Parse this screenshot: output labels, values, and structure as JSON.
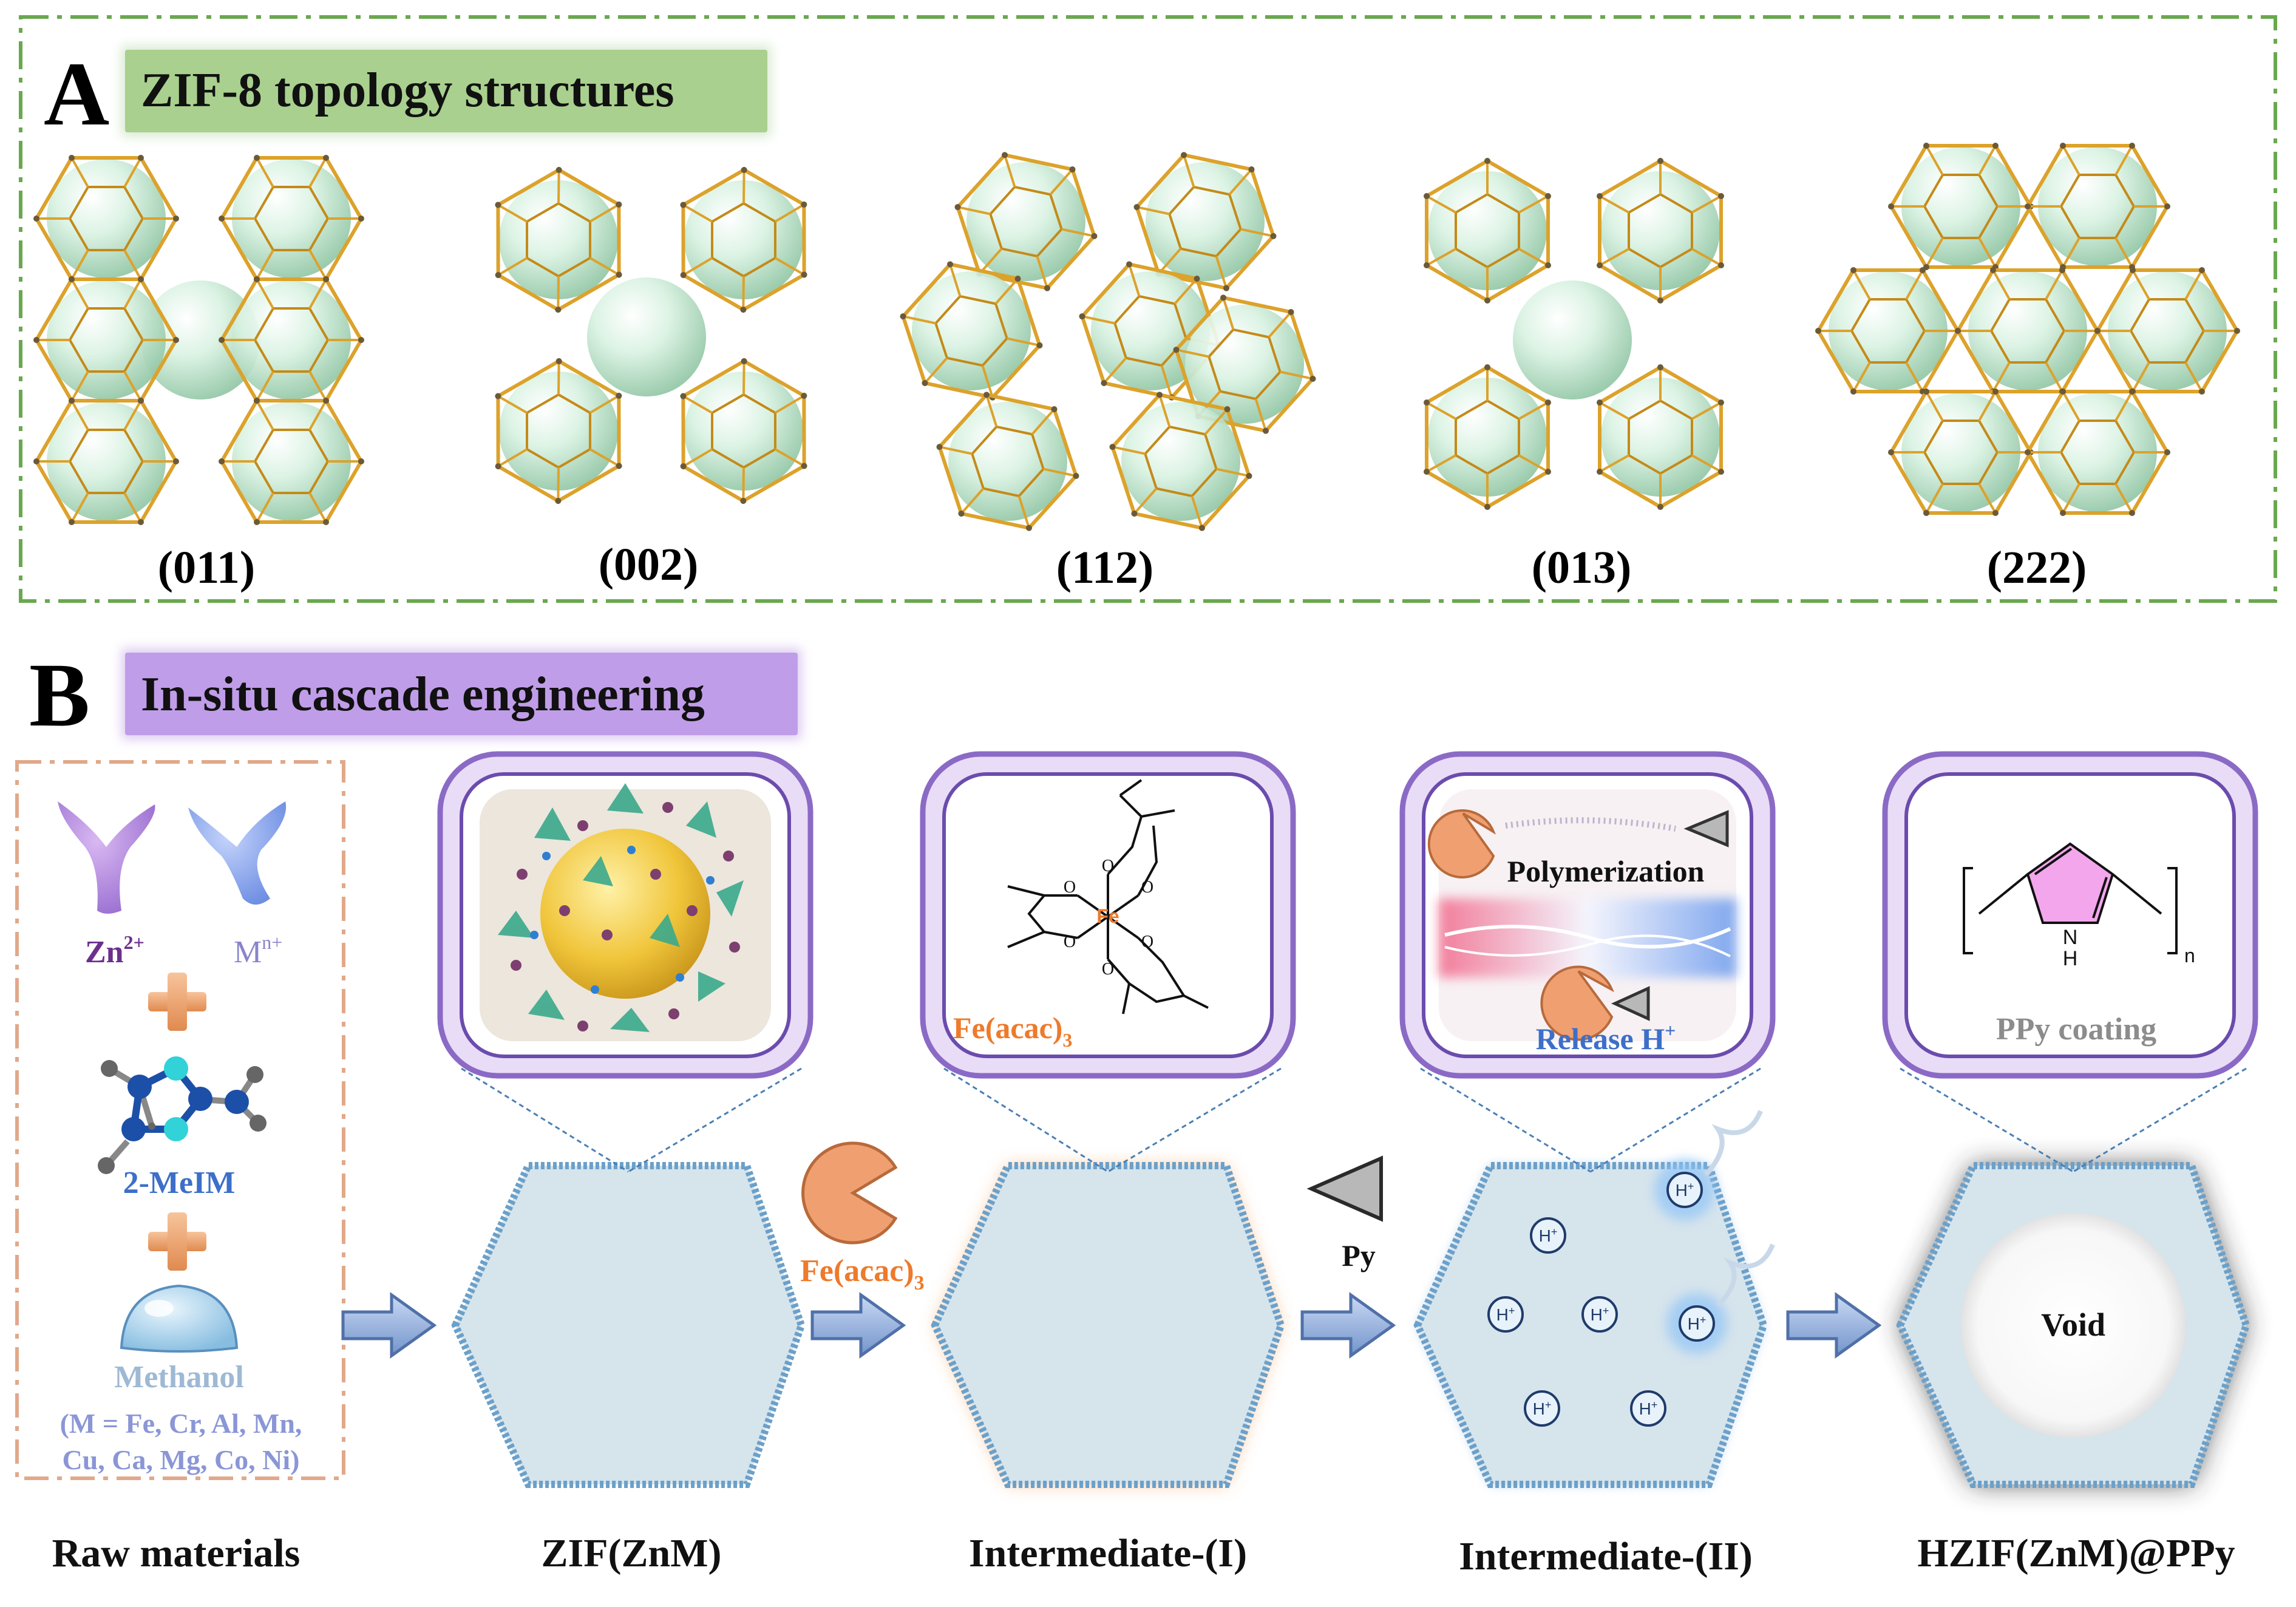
{
  "panel_a": {
    "letter": "A",
    "title": "ZIF-8 topology structures",
    "structures": [
      {
        "label": "(011)"
      },
      {
        "label": "(002)"
      },
      {
        "label": "(112)"
      },
      {
        "label": "(013)"
      },
      {
        "label": "(222)"
      }
    ]
  },
  "panel_b": {
    "letter": "B",
    "title": "In-situ cascade engineering",
    "raw": {
      "zn": "Zn",
      "zn_sup": "2+",
      "m": "M",
      "m_sup": "n+",
      "ligand": "2-MeIM",
      "solvent": "Methanol",
      "metals_line1": "(M = Fe, Cr, Al, Mn,",
      "metals_line2": "Cu, Ca, Mg, Co, Ni)"
    },
    "reagent_fe": "Fe(acac)",
    "reagent_fe_sub": "3",
    "reagent_py": "Py",
    "fe_atom": "Fe",
    "o_atom": "O",
    "polymerization": "Polymerization",
    "release": "Release H",
    "release_sup": "+",
    "ppy_coating": "PPy coating",
    "n_label": "N",
    "h_label": "H",
    "n_sub": "n",
    "proton": "H",
    "proton_sup": "+",
    "void": "Void",
    "stages": [
      {
        "label": "Raw materials"
      },
      {
        "label": "ZIF(ZnM)"
      },
      {
        "label": "Intermediate-(I)"
      },
      {
        "label": "Intermediate-(II)"
      },
      {
        "label": "HZIF(ZnM)@PPy"
      }
    ]
  },
  "colors": {
    "frame_green": "#6aa84f",
    "title_green": "#93c47d",
    "title_purple": "#b48ee0",
    "cage": "#dca22b",
    "sphere": "#cfeed9",
    "hexagon": "#d6e4ec",
    "pacman": "#f0a070",
    "orange_text": "#ee7a2b",
    "blue_text": "#3d6fc9",
    "purple_text": "#6b2f8e",
    "pyrrole": "#f3a6ec"
  }
}
